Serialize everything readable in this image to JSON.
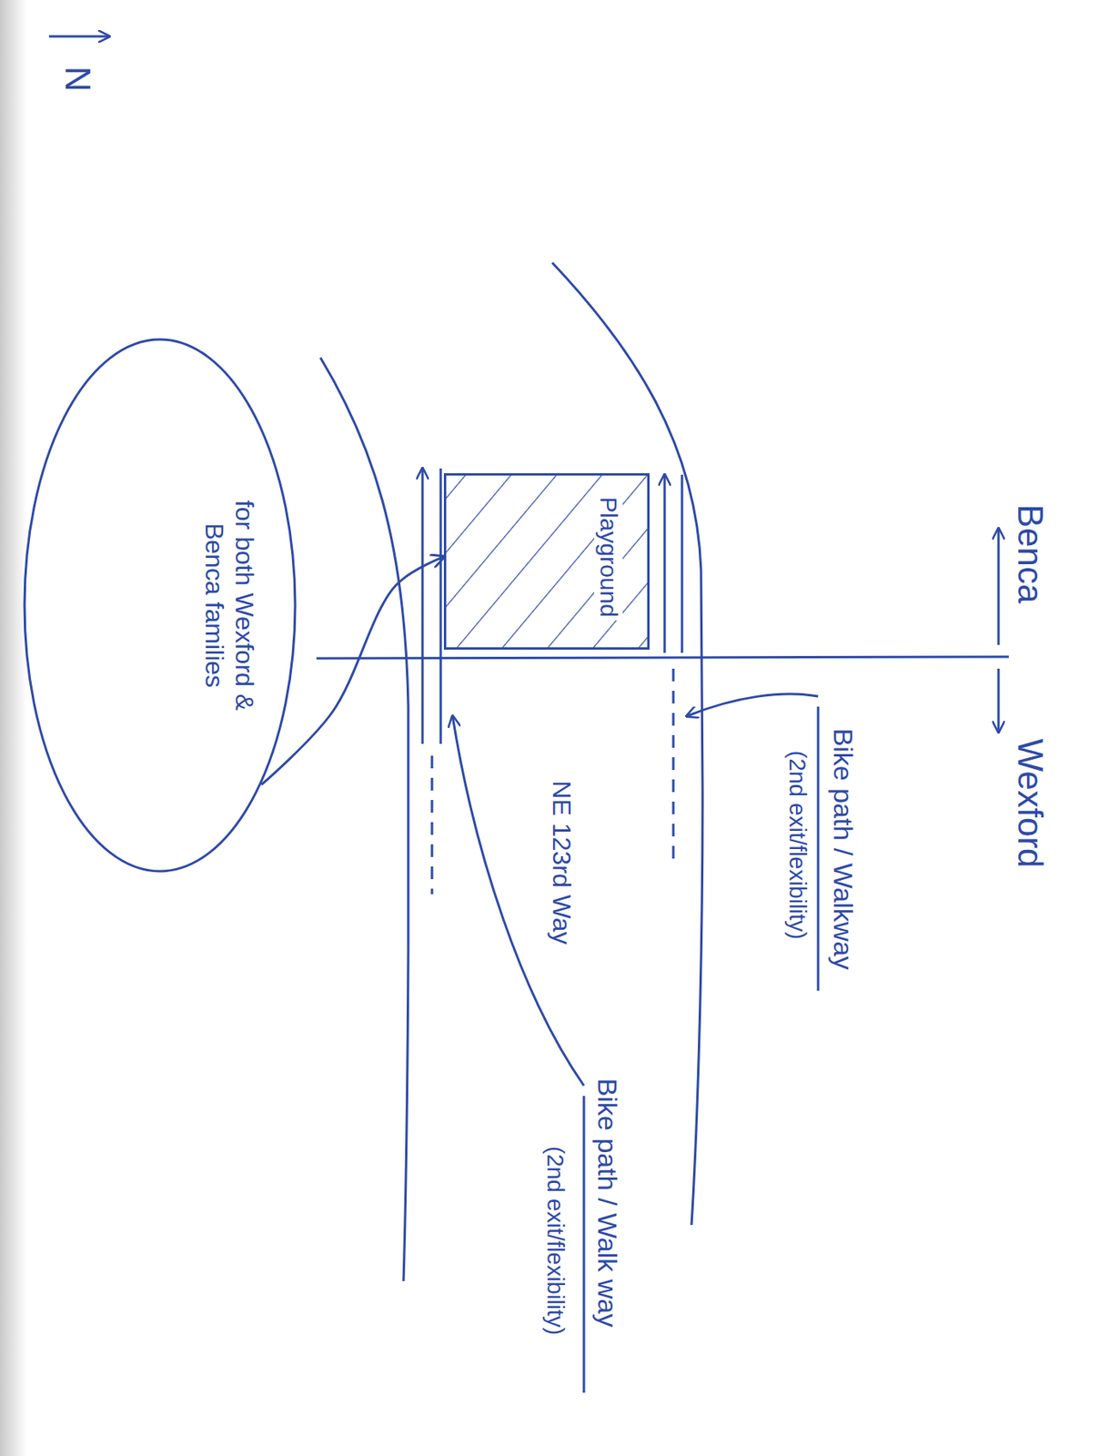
{
  "diagram": {
    "nodes": [
      {
        "text": [
          "Playground"
        ]
      },
      {
        "text": [
          "for both Wexford & Benca families"
        ]
      }
    ],
    "edges": [
      {
        "from": 1,
        "to": 0,
        "arrow": "to"
      }
    ],
    "labels": [
      "N",
      "Benca",
      "Wexford",
      "NE 123rd Way",
      "Bike path / Walkway",
      "(2nd exit/flexibility)",
      "Bike path / Walk way",
      "(2nd exit/flexibility)"
    ]
  }
}
